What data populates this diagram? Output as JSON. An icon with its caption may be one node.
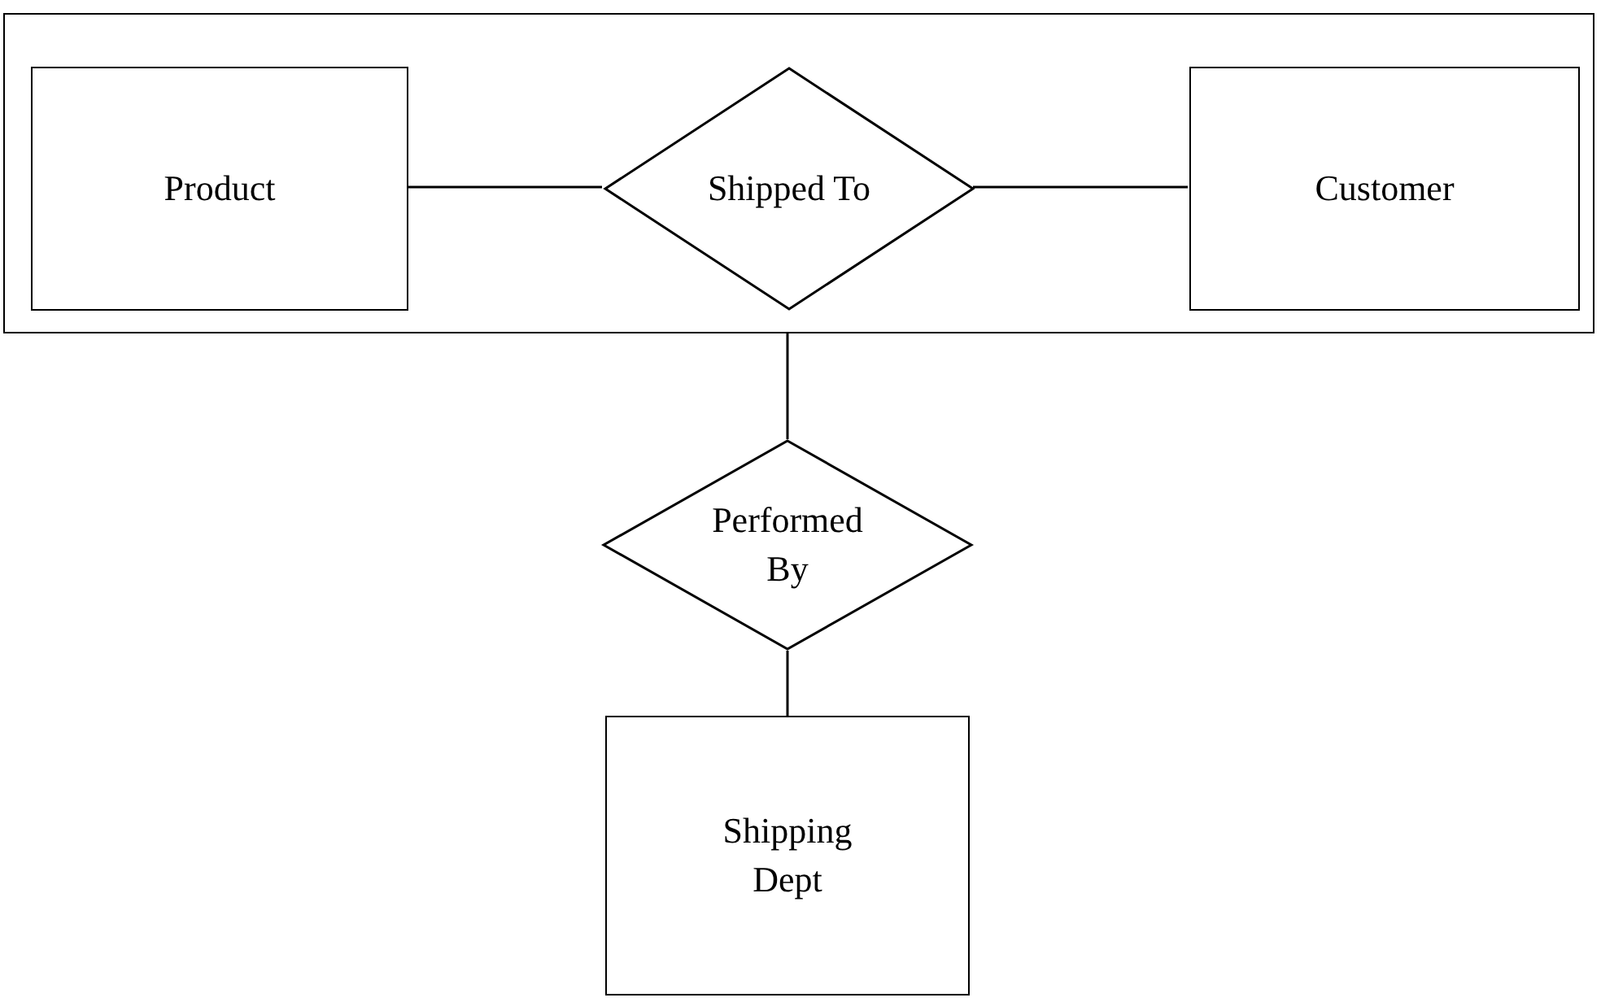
{
  "diagram": {
    "nodes": [
      {
        "text": [],
        "shape": "box"
      },
      {
        "text": [
          "Product"
        ],
        "in": 0
      },
      {
        "text": [
          "Shipped To"
        ],
        "in": 0
      },
      {
        "text": [
          "Customer"
        ],
        "in": 0
      },
      {
        "text": [
          "Performed By"
        ]
      },
      {
        "text": [
          "Shipping Dept"
        ]
      }
    ],
    "edges": [
      {
        "from": 1,
        "to": 2,
        "arrow": "none"
      },
      {
        "from": 2,
        "to": 3,
        "arrow": "none"
      },
      {
        "from": 0,
        "to": 4,
        "arrow": "none"
      },
      {
        "from": 4,
        "to": 5,
        "arrow": "none"
      }
    ]
  }
}
